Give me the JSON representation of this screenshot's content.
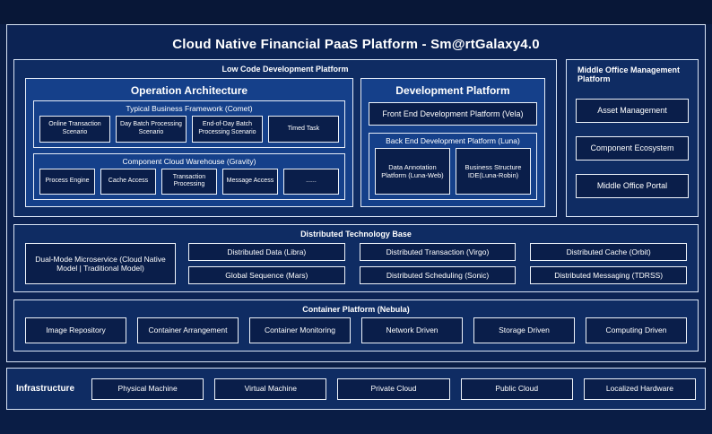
{
  "title": "Cloud Native Financial PaaS Platform - Sm@rtGalaxy4.0",
  "colors": {
    "page_background": "#0a1d45",
    "frame_background": "#0c2354",
    "panel_background": "#0f2c63",
    "subpanel_background": "#15408a",
    "box_background": "#0a1e4a",
    "border": "#d9e4f5",
    "text": "#ffffff"
  },
  "low_code": {
    "label": "Low Code Development Platform",
    "operation": {
      "title": "Operation Architecture",
      "comet": {
        "title": "Typical Business Framework (Comet)",
        "items": [
          "Online Transaction Scenario",
          "Day Batch Processing Scenario",
          "End-of-Day Batch Processing Scenario",
          "Timed Task"
        ]
      },
      "gravity": {
        "title": "Component Cloud Warehouse (Gravity)",
        "items": [
          "Process Engine",
          "Cache Access",
          "Transaction Processing",
          "Message Access",
          "......"
        ]
      }
    },
    "development": {
      "title": "Development Platform",
      "front_end": "Front End Development Platform (Vela)",
      "back_end": {
        "title": "Back End Development Platform (Luna)",
        "items": [
          "Data Annotation Platform (Luna-Web)",
          "Business Structure IDE(Luna-Robin)"
        ]
      }
    }
  },
  "middle_office": {
    "label": "Middle Office Management Platform",
    "items": [
      "Asset Management",
      "Component Ecosystem",
      "Middle Office Portal"
    ]
  },
  "distributed": {
    "label": "Distributed Technology Base",
    "microservice": "Dual-Mode Microservice (Cloud Native Model | Traditional Model)",
    "items": [
      "Distributed Data (Libra)",
      "Distributed Transaction (Virgo)",
      "Distributed Cache (Orbit)",
      "Global Sequence (Mars)",
      "Distributed Scheduling (Sonic)",
      "Distributed Messaging (TDRSS)"
    ]
  },
  "container_platform": {
    "label": "Container Platform (Nebula)",
    "items": [
      "Image Repository",
      "Container Arrangement",
      "Container Monitoring",
      "Network Driven",
      "Storage Driven",
      "Computing Driven"
    ]
  },
  "infrastructure": {
    "label": "Infrastructure",
    "items": [
      "Physical Machine",
      "Virtual Machine",
      "Private Cloud",
      "Public Cloud",
      "Localized Hardware"
    ]
  }
}
